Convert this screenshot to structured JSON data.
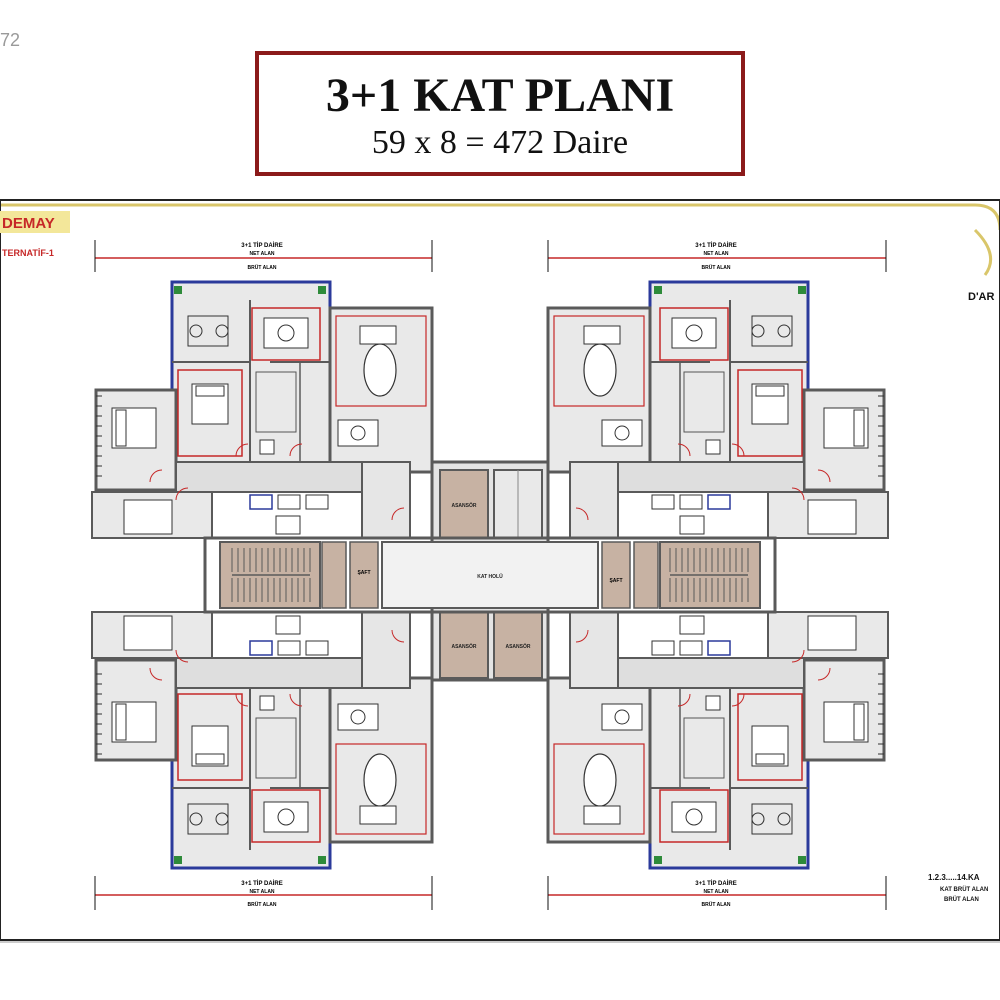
{
  "corner_number": "72",
  "title": {
    "main": "3+1 KAT PLANI",
    "sub": "59 x 8 = 472 Daire"
  },
  "sheet": {
    "brand": "DEMAY",
    "alternative": "TERNATİF-1",
    "right_tag": "D'AR",
    "floor_note_lines": [
      "1.2.3.....14.KA",
      "KAT BRÜT ALAN",
      "BRÜT ALAN"
    ]
  },
  "dimension_labels": {
    "unit": "3+1 TİP DAİRE",
    "net": "NET ALAN",
    "gross": "BRÜT ALAN"
  },
  "core": {
    "hall": "KAT HOLÜ",
    "elevator": "ASANSÖR",
    "shaft": "ŞAFT"
  },
  "colors": {
    "title_border": "#8b1a1a",
    "sheet_border": "#d9c66a",
    "wall": "#5a5a5a",
    "room_fill": "#e9e9e9",
    "stair_fill": "#c7b2a3",
    "blue_frame": "#2b3a9b",
    "red_line": "#c62828",
    "green_mark": "#2e8b3a"
  }
}
